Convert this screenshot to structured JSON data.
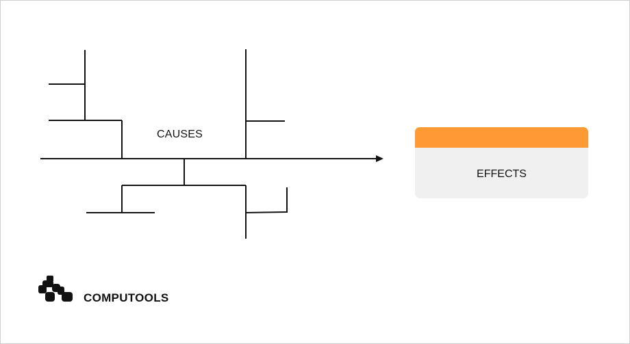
{
  "diagram": {
    "causes_label": "CAUSES",
    "effects_label": "EFFECTS",
    "effects_accent_color": "#fd9a34",
    "line_color": "#111111"
  },
  "brand": {
    "name": "COMPUTOOLS",
    "logo_icon": "computools-logo-icon"
  }
}
